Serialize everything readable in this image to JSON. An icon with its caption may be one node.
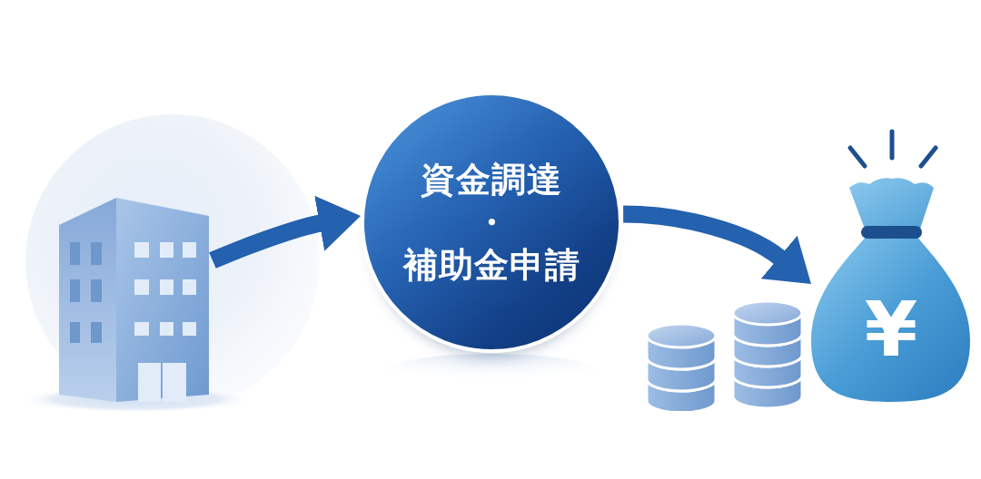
{
  "diagram": {
    "nodes": [
      {
        "text": [],
        "shape": "picture"
      },
      {
        "text": [
          "資金調達・補助金申請"
        ]
      },
      {
        "text": [
          "¥"
        ]
      }
    ],
    "edges": [
      {
        "from": 0,
        "to": 1,
        "arrow": "to"
      },
      {
        "from": 1,
        "to": 2,
        "arrow": "to"
      }
    ]
  }
}
